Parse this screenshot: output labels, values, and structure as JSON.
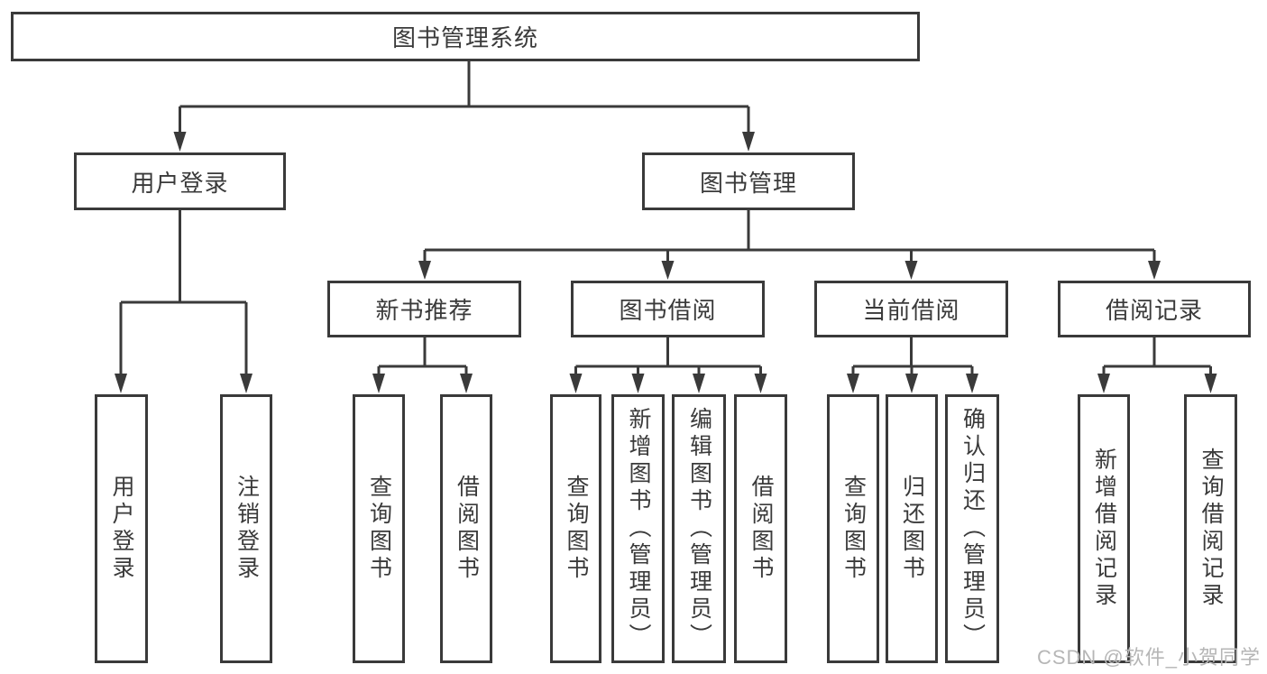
{
  "diagram": {
    "root": {
      "label": "图书管理系统"
    },
    "level2": [
      {
        "label": "用户登录"
      },
      {
        "label": "图书管理"
      }
    ],
    "level3": [
      {
        "label": "新书推荐",
        "parent": "图书管理"
      },
      {
        "label": "图书借阅",
        "parent": "图书管理"
      },
      {
        "label": "当前借阅",
        "parent": "图书管理"
      },
      {
        "label": "借阅记录",
        "parent": "图书管理"
      }
    ],
    "leaves": [
      {
        "label": "用户登录",
        "parent": "用户登录"
      },
      {
        "label": "注销登录",
        "parent": "用户登录"
      },
      {
        "label": "查询图书",
        "parent": "新书推荐"
      },
      {
        "label": "借阅图书",
        "parent": "新书推荐"
      },
      {
        "label": "查询图书",
        "parent": "图书借阅"
      },
      {
        "label": "新增图书（管理员）",
        "parent": "图书借阅"
      },
      {
        "label": "编辑图书（管理员）",
        "parent": "图书借阅"
      },
      {
        "label": "借阅图书",
        "parent": "图书借阅"
      },
      {
        "label": "查询图书",
        "parent": "当前借阅"
      },
      {
        "label": "归还图书",
        "parent": "当前借阅"
      },
      {
        "label": "确认归还（管理员）",
        "parent": "当前借阅"
      },
      {
        "label": "新增借阅记录",
        "parent": "借阅记录"
      },
      {
        "label": "查询借阅记录",
        "parent": "借阅记录"
      }
    ]
  },
  "watermark": {
    "text": "CSDN @软件_小贺同学"
  },
  "colors": {
    "line": "#3a3a3a",
    "text": "#3a3a3a",
    "watermark": "#b6b6b6",
    "background": "#ffffff"
  }
}
